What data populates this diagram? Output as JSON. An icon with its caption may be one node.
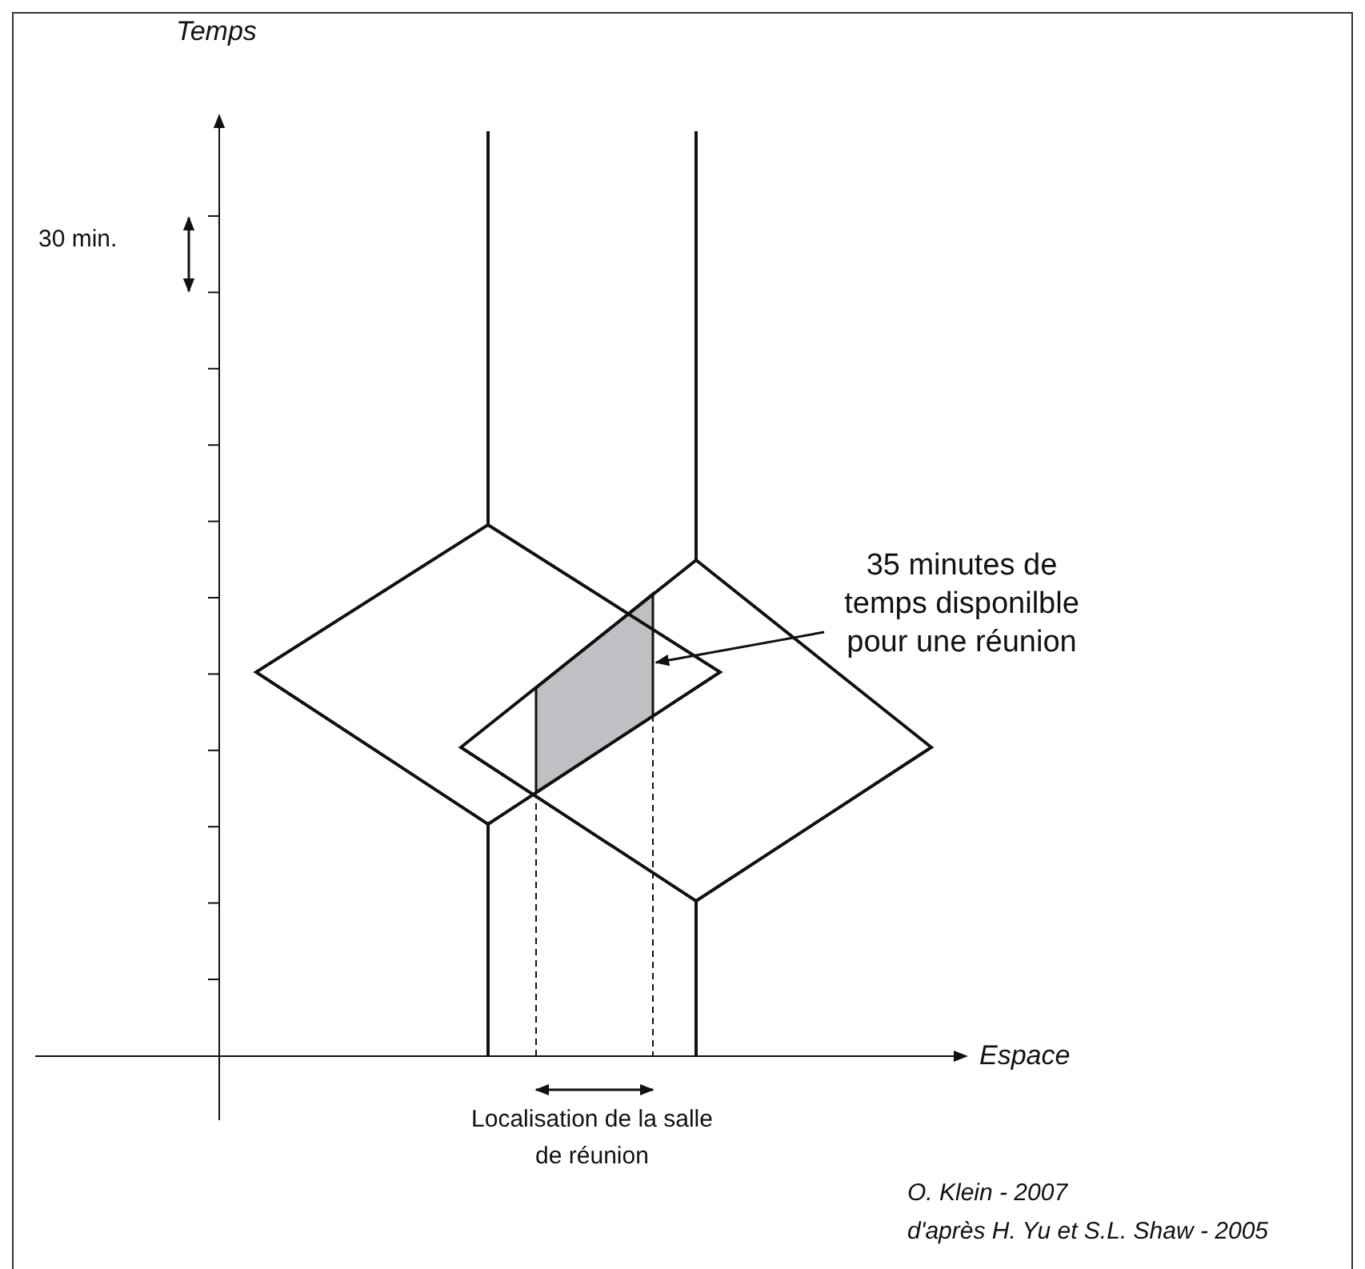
{
  "diagram": {
    "nodes": [
      {
        "text": [
          "35 minutes de temps disponilble pour une réunion"
        ]
      },
      {
        "text": [],
        "shape": "box"
      }
    ],
    "edges": [
      {
        "from": 0,
        "to": 1,
        "arrow": "to"
      }
    ],
    "labels": [
      "Temps",
      "30 min.",
      "Espace",
      "Localisation de la salle de réunion",
      "O. Klein - 2007",
      "d'après H. Yu et S.L. Shaw - 2005"
    ]
  }
}
